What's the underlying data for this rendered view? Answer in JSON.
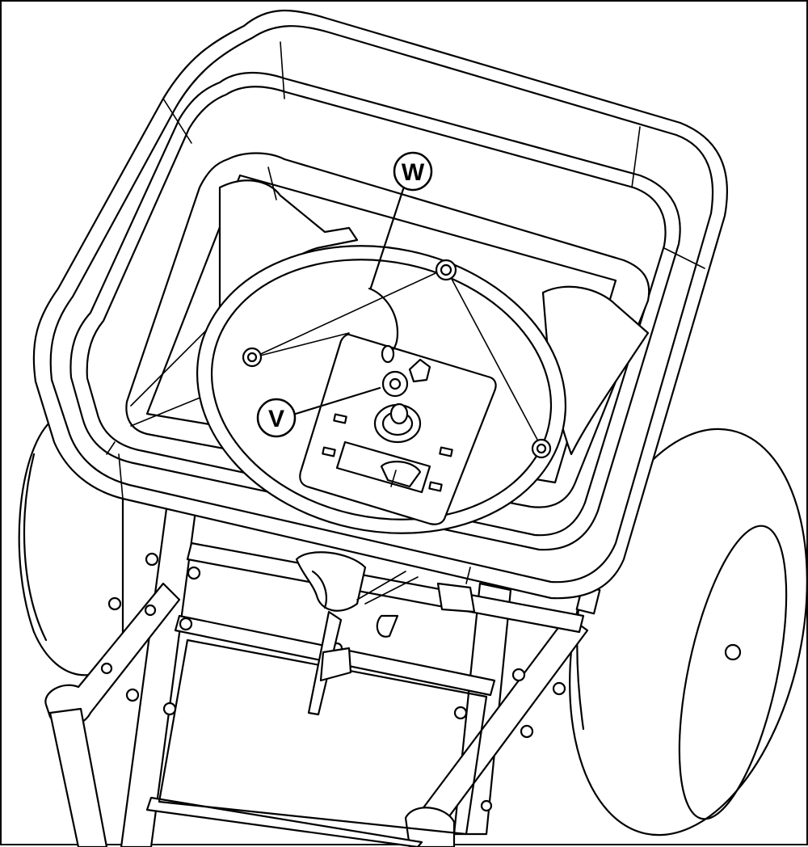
{
  "callouts": [
    {
      "id": "W",
      "label": "W"
    },
    {
      "id": "V",
      "label": "V"
    }
  ],
  "colors": {
    "line": "#000000",
    "background": "#ffffff"
  }
}
